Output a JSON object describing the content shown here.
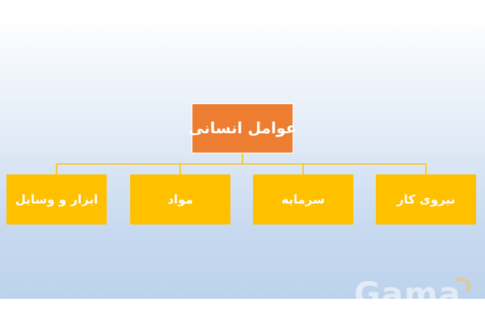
{
  "diagram": {
    "root": {
      "label": "عوامل انسانی"
    },
    "children": [
      {
        "label": "ابزار و وسایل"
      },
      {
        "label": "مواد"
      },
      {
        "label": "سرمایه"
      },
      {
        "label": "نیروی کار"
      }
    ]
  },
  "watermark": {
    "text": "Gama"
  },
  "colors": {
    "root_fill": "#ed7d31",
    "child_fill": "#ffc000",
    "connector": "#ffc000",
    "background_top": "#fcfdfe",
    "background_bottom": "#bcd2ec"
  }
}
